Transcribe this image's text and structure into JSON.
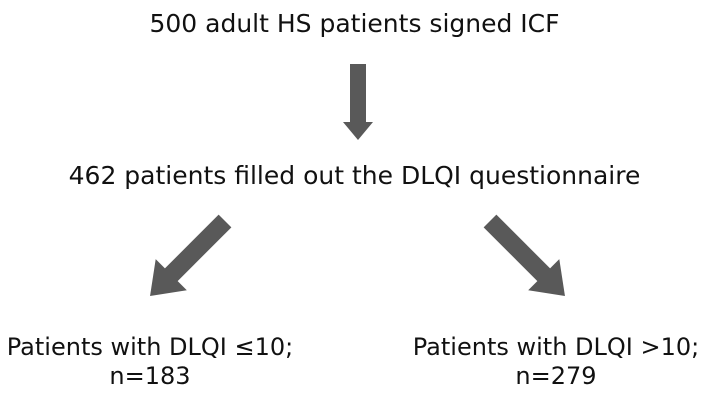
{
  "flowchart": {
    "arrow_color": "#595959",
    "text_color": "#111111",
    "background": "#ffffff",
    "top_box": {
      "text": "500 adult HS patients signed ICF"
    },
    "middle_box": {
      "text": "462 patients filled out the DLQI questionnaire"
    },
    "left_box": {
      "line1": "Patients with DLQI ≤10;",
      "line2": "n=183"
    },
    "right_box": {
      "line1": "Patients with DLQI >10;",
      "line2": "n=279"
    },
    "arrows": [
      {
        "from": "top_box",
        "to": "middle_box",
        "icon": "arrow-down-icon"
      },
      {
        "from": "middle_box",
        "to": "left_box",
        "icon": "arrow-down-left-icon"
      },
      {
        "from": "middle_box",
        "to": "right_box",
        "icon": "arrow-down-right-icon"
      }
    ]
  }
}
